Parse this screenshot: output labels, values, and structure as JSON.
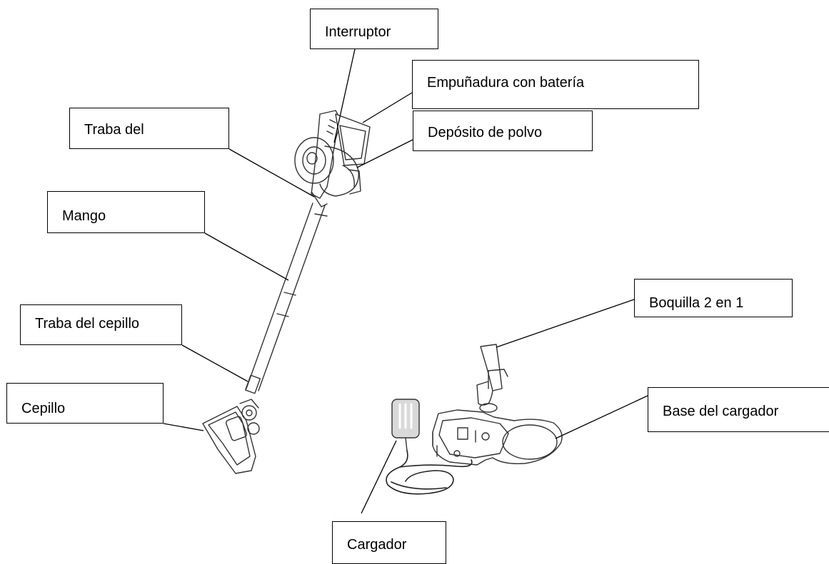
{
  "labels": {
    "interruptor": "Interruptor",
    "empunadura": "Empuñadura con batería",
    "deposito": "Depósito de polvo",
    "traba_del": "Traba del",
    "mango": "Mango",
    "traba_cepillo": "Traba del cepillo",
    "cepillo": "Cepillo",
    "boquilla": "Boquilla 2 en 1",
    "base": "Base del cargador",
    "cargador": "Cargador"
  },
  "colors": {
    "line": "#000000",
    "outline": "#333333",
    "fill": "#ffffff",
    "shade": "#d9d9d9"
  }
}
